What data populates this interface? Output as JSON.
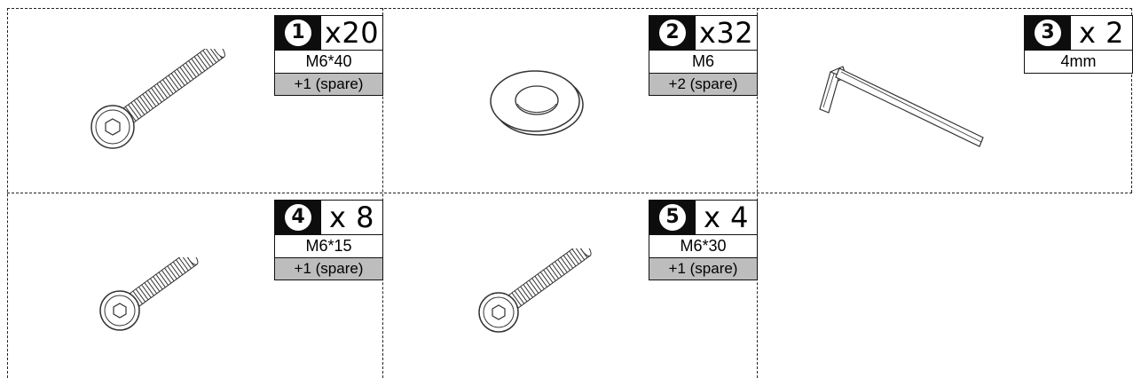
{
  "parts": [
    {
      "number": "1",
      "quantity": "x20",
      "spec": "M6*40",
      "spare": "+1  (spare)",
      "icon": "socket-cap-screw-long"
    },
    {
      "number": "2",
      "quantity": "x32",
      "spec": "M6",
      "spare": "+2  (spare)",
      "icon": "flat-washer"
    },
    {
      "number": "3",
      "quantity": "x 2",
      "spec": "4mm",
      "icon": "hex-allen-key"
    },
    {
      "number": "4",
      "quantity": "x 8",
      "spec": "M6*15",
      "spare": "+1  (spare)",
      "icon": "socket-cap-screw-short"
    },
    {
      "number": "5",
      "quantity": "x 4",
      "spec": "M6*30",
      "spare": "+1  (spare)",
      "icon": "socket-cap-screw-medium"
    }
  ],
  "colors": {
    "badge_background": "#0d0d0d",
    "spare_background": "#bdbdbd",
    "line": "#222222"
  }
}
